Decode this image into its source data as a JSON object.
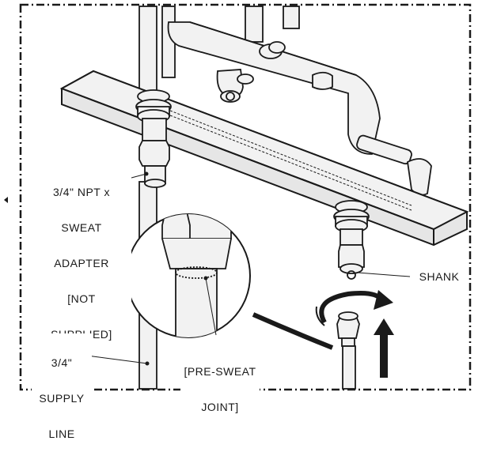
{
  "diagram": {
    "labels": {
      "adapter": [
        "3/4\" NPT x",
        "SWEAT",
        "ADAPTER",
        "[NOT",
        "SUPPLIED]"
      ],
      "supply": [
        "3/4\"",
        "SUPPLY",
        "LINE"
      ],
      "pre_sweat": [
        "[PRE-SWEAT",
        "JOINT]"
      ],
      "shank": "SHANK"
    },
    "colors": {
      "ink": "#1a1a1a",
      "metal_fill": "#f2f2f2",
      "shelf_fill": "#e6e6e6",
      "background": "#ffffff"
    },
    "icons": [
      "rotate-arrow-icon",
      "up-arrow-icon",
      "leader-arrow-icon"
    ]
  }
}
